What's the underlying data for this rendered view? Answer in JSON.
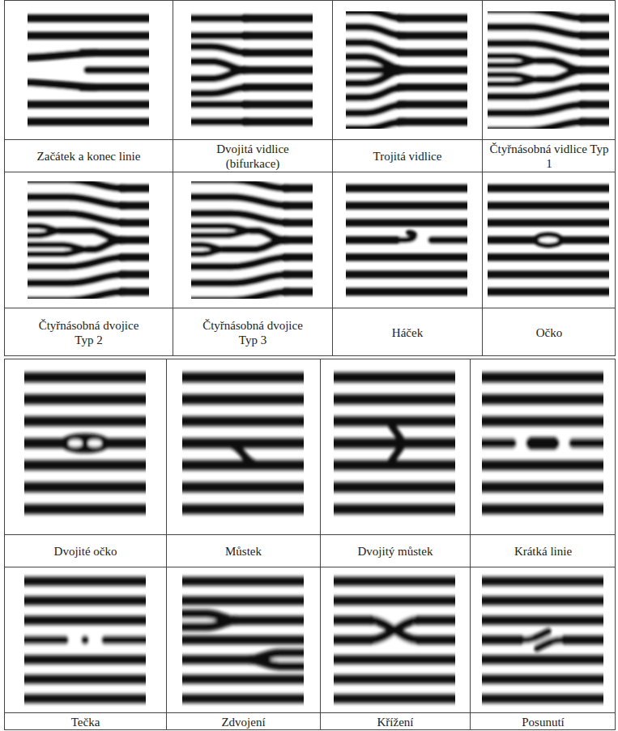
{
  "diagram": {
    "labels": [
      "Začátek a konec linie",
      "Dvojitá vidlice (bifurkace)",
      "Trojitá vidlice",
      "Čtyřnásobná vidlice Typ 1",
      "Čtyřnásobná dvojice Typ 2",
      "Čtyřnásobná dvojice Typ 3",
      "Háček",
      "Očko",
      "Dvojité očko",
      "Můstek",
      "Dvojitý můstek",
      "Krátká linie",
      "Tečka",
      "Zdvojení",
      "Křížení",
      "Posunutí"
    ]
  }
}
